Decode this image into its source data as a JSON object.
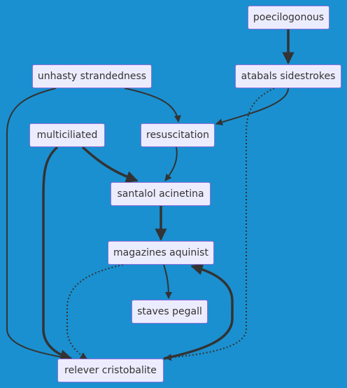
{
  "diagram": {
    "nodes": [
      {
        "id": "poecilogonous",
        "label": "poecilogonous"
      },
      {
        "id": "atabals",
        "label": "atabals sidestrokes"
      },
      {
        "id": "unhasty",
        "label": "unhasty strandedness"
      },
      {
        "id": "multiciliated",
        "label": "multiciliated"
      },
      {
        "id": "resuscitation",
        "label": "resuscitation"
      },
      {
        "id": "santalol",
        "label": "santalol acinetina"
      },
      {
        "id": "magazines",
        "label": "magazines aquinist"
      },
      {
        "id": "staves",
        "label": "staves pegall"
      },
      {
        "id": "relever",
        "label": "relever cristobalite"
      }
    ],
    "edges": [
      {
        "from": "poecilogonous",
        "to": "atabals",
        "style": "thick"
      },
      {
        "from": "atabals",
        "to": "resuscitation",
        "style": "solid"
      },
      {
        "from": "atabals",
        "to": "relever",
        "style": "dotted"
      },
      {
        "from": "unhasty",
        "to": "resuscitation",
        "style": "solid"
      },
      {
        "from": "unhasty",
        "to": "relever",
        "style": "solid"
      },
      {
        "from": "multiciliated",
        "to": "santalol",
        "style": "thick"
      },
      {
        "from": "multiciliated",
        "to": "relever",
        "style": "thick"
      },
      {
        "from": "resuscitation",
        "to": "santalol",
        "style": "solid"
      },
      {
        "from": "santalol",
        "to": "magazines",
        "style": "thick"
      },
      {
        "from": "magazines",
        "to": "staves",
        "style": "solid"
      },
      {
        "from": "magazines",
        "to": "relever",
        "style": "dotted"
      },
      {
        "from": "relever",
        "to": "magazines",
        "style": "thick"
      }
    ]
  }
}
